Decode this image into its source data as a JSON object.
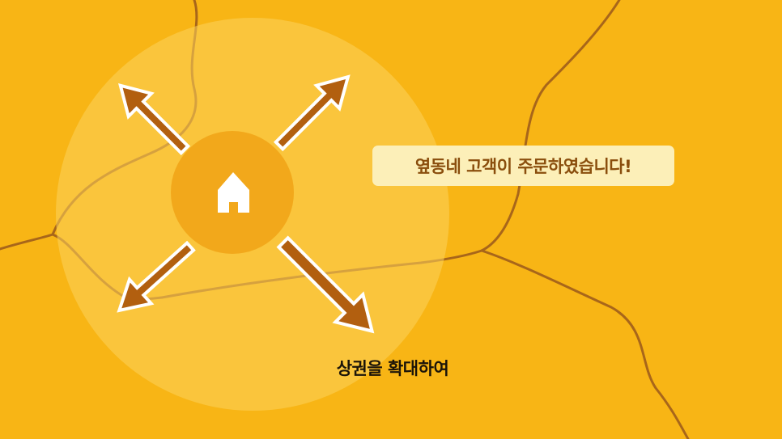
{
  "colors": {
    "background": "#f8b515",
    "road": "#a8661a",
    "outer_circle": "#fbd15c",
    "inner_circle": "#f2a81b",
    "arrow_fill": "#b25f0f",
    "arrow_outline": "#ffffff",
    "bubble_bg": "#fcefb8",
    "bubble_text": "#8a4e0d",
    "caption_text": "#1b1409"
  },
  "home": {
    "icon": "house-icon"
  },
  "arrows": [
    {
      "name": "arrow-up-left",
      "direction": "up-left"
    },
    {
      "name": "arrow-up-right",
      "direction": "up-right"
    },
    {
      "name": "arrow-down-left",
      "direction": "down-left"
    },
    {
      "name": "arrow-down-right",
      "direction": "down-right"
    }
  ],
  "speech_bubble": {
    "text": "옆동네 고객이 주문하였습니다!"
  },
  "caption": {
    "text": "상권을 확대하여"
  }
}
